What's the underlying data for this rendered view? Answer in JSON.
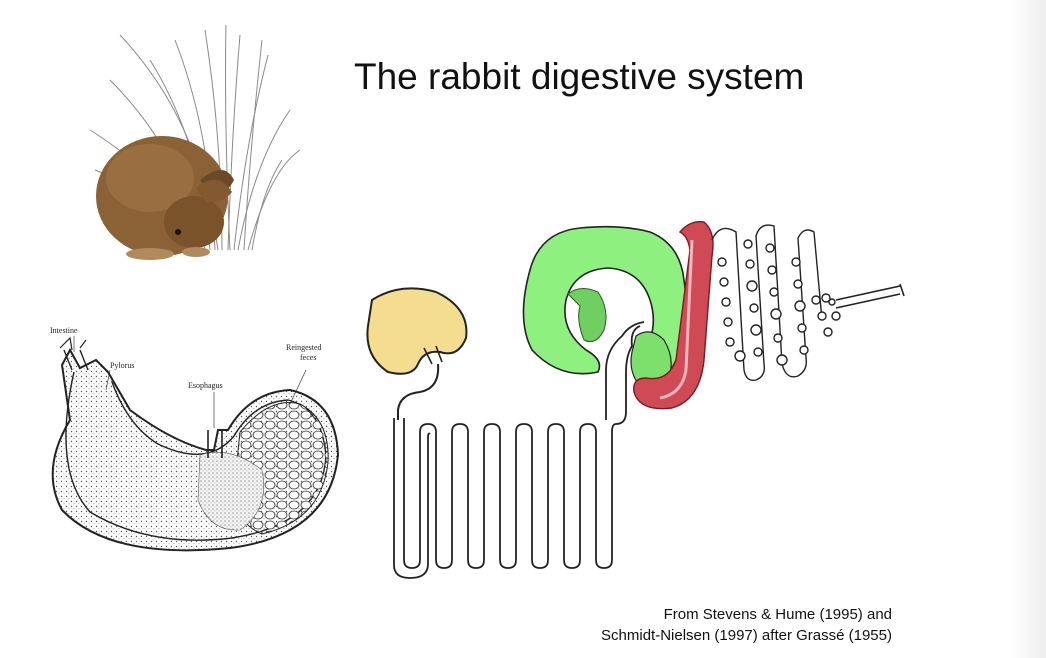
{
  "slide": {
    "title": "The rabbit digestive system",
    "credit_line1": "From Stevens & Hume (1995) and",
    "credit_line2": "Schmidt-Nielsen (1997) after Grassé (1955)"
  },
  "stomach_labels": {
    "intestine": "Intestine",
    "pylorus": "Pylorus",
    "esophagus": "Esophagus",
    "reingested_1": "Reingested",
    "reingested_2": "feces"
  },
  "colors": {
    "stomach": "#f5dd90",
    "cecum": "#8ef07e",
    "colon": "#cf4a54",
    "rabbit_fur": "#8a6236",
    "line": "#222222"
  }
}
